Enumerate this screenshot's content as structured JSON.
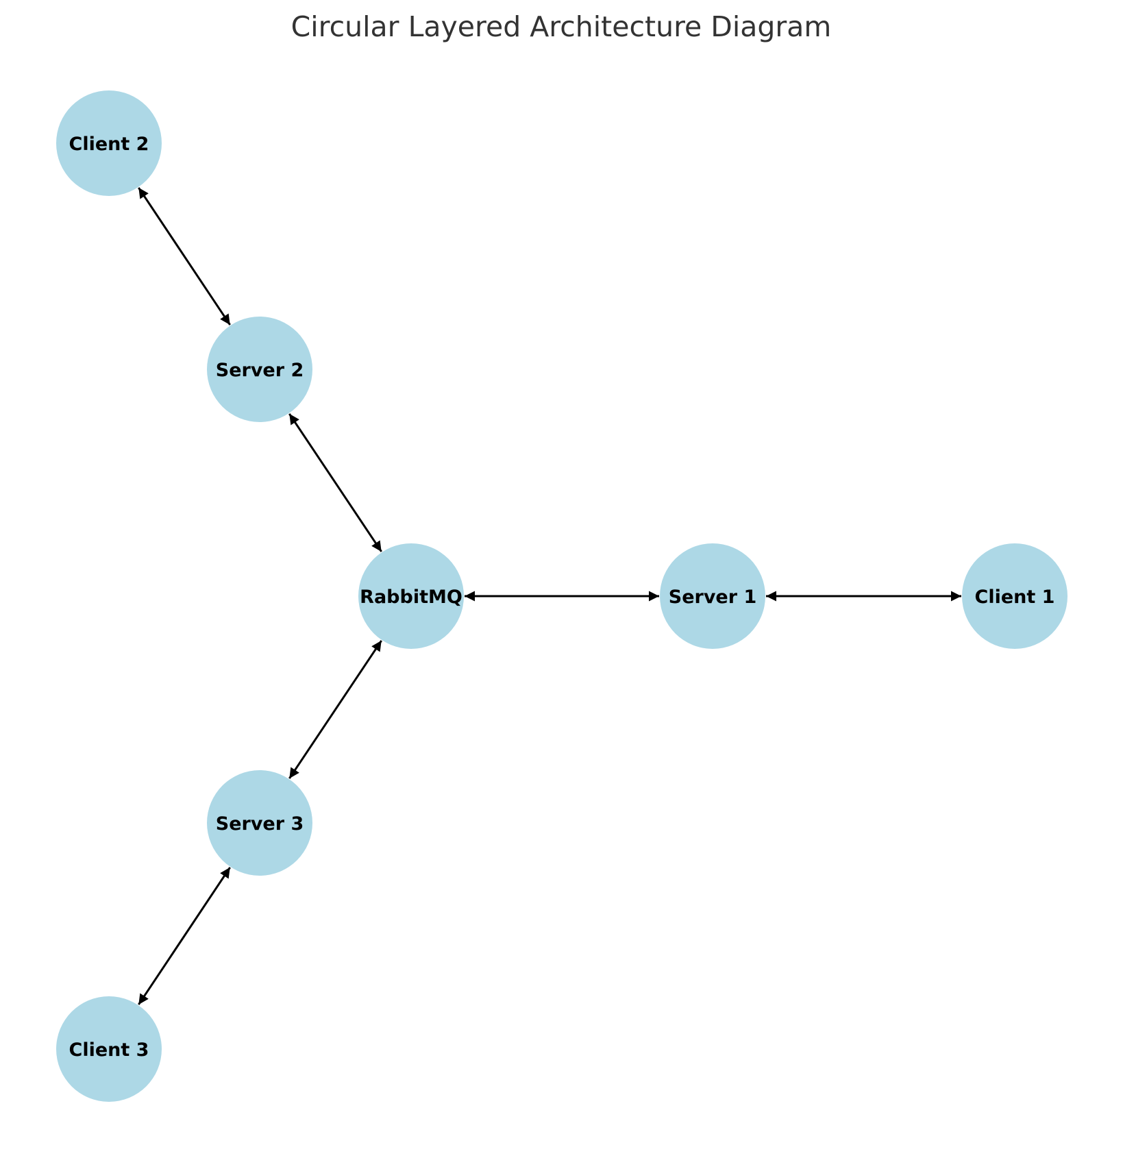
{
  "diagram": {
    "title": "Circular Layered Architecture Diagram",
    "node_color": "#add8e6",
    "edge_color": "#000000",
    "title_color": "#333333",
    "nodes": [
      {
        "id": "rabbitmq",
        "label": "RabbitMQ"
      },
      {
        "id": "server1",
        "label": "Server 1"
      },
      {
        "id": "client1",
        "label": "Client 1"
      },
      {
        "id": "server2",
        "label": "Server 2"
      },
      {
        "id": "client2",
        "label": "Client 2"
      },
      {
        "id": "server3",
        "label": "Server 3"
      },
      {
        "id": "client3",
        "label": "Client 3"
      }
    ],
    "edges": [
      {
        "from": "rabbitmq",
        "to": "server1",
        "direction": "both"
      },
      {
        "from": "server1",
        "to": "client1",
        "direction": "both"
      },
      {
        "from": "rabbitmq",
        "to": "server2",
        "direction": "both"
      },
      {
        "from": "server2",
        "to": "client2",
        "direction": "both"
      },
      {
        "from": "rabbitmq",
        "to": "server3",
        "direction": "both"
      },
      {
        "from": "server3",
        "to": "client3",
        "direction": "both"
      }
    ]
  }
}
